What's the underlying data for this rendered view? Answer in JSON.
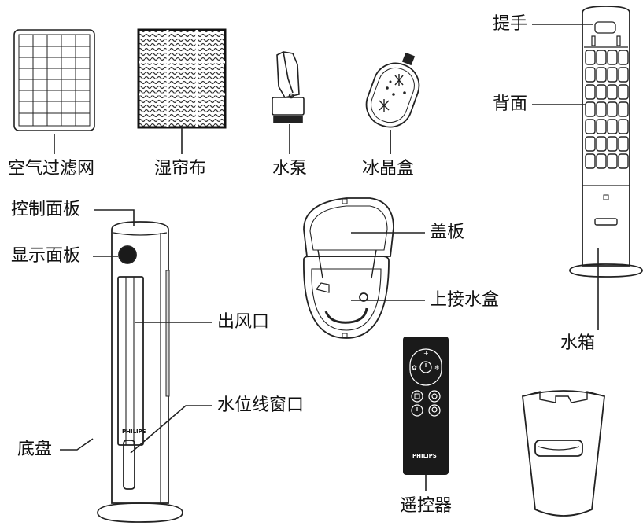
{
  "labels": {
    "filter": "空气过滤网",
    "wet_curtain": "湿帘布",
    "pump": "水泵",
    "ice_box": "冰晶盒",
    "handle": "提手",
    "back": "背面",
    "control_panel": "控制面板",
    "display_panel": "显示面板",
    "air_outlet": "出风口",
    "water_window": "水位线窗口",
    "base": "底盘",
    "cover": "盖板",
    "upper_tray": "上接水盒",
    "water_tank": "水箱",
    "remote": "遥控器"
  },
  "brand": {
    "fan": "PHILIPS",
    "remote": "PHILIPS"
  },
  "colors": {
    "line": "#222222",
    "dark": "#1a1a1a"
  }
}
